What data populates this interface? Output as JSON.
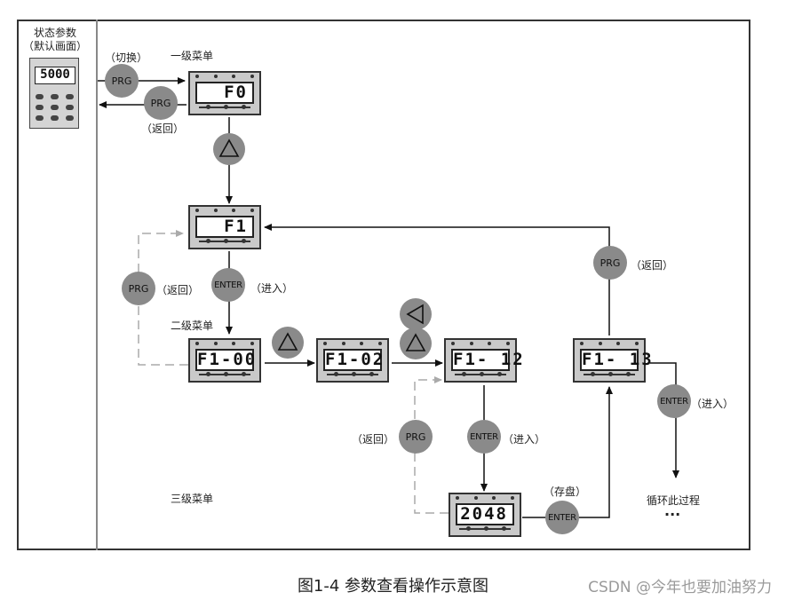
{
  "labels": {
    "status_params": "状态参数",
    "default_screen": "（默认画面）",
    "switch": "（切换）",
    "return1": "（返回）",
    "return2": "（返回）",
    "return3": "（返回）",
    "return4": "（返回）",
    "enter1": "（进入）",
    "enter2": "（进入）",
    "enter3": "（进入）",
    "save": "（存盘）",
    "menu_level1": "一级菜单",
    "menu_level2": "二级菜单",
    "menu_level3": "三级菜单",
    "loop": "循环此过程",
    "ellipsis": "···"
  },
  "buttons": {
    "prg": "PRG",
    "enter": "ENTER"
  },
  "displays": {
    "default": "5000",
    "level1": "F0",
    "f1": "F1",
    "f1_00": "F1-00",
    "f1_02": "F1-02",
    "f1_12": "F1- 12",
    "f1_13": "F1- 13",
    "value": "2048"
  },
  "caption": "图1-4 参数查看操作示意图",
  "watermark": "CSDN @今年也要加油努力"
}
